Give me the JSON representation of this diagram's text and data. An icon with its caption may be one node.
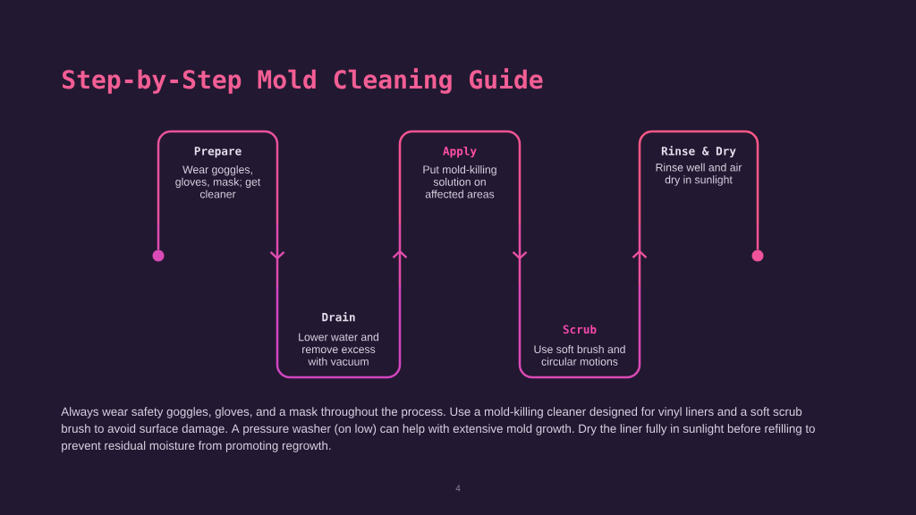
{
  "diagram": {
    "title": "Step-by-Step Mold Cleaning Guide",
    "nodes": [
      {
        "text": [],
        "shape": "circle"
      },
      {
        "text": [
          "Prepare",
          "Wear goggles, gloves, mask; get cleaner"
        ]
      },
      {
        "text": [
          "Drain",
          "Lower water and remove excess with vacuum"
        ]
      },
      {
        "text": [
          "Apply",
          "Put mold-killing solution on affected areas"
        ]
      },
      {
        "text": [
          "Scrub",
          "Use soft brush and circular motions"
        ]
      },
      {
        "text": [
          "Rinse & Dry",
          "Rinse well and air dry in sunlight"
        ]
      },
      {
        "text": [],
        "shape": "circle"
      }
    ],
    "edges": [
      {
        "from": 0,
        "to": 1,
        "arrow": "none"
      },
      {
        "from": 1,
        "to": 2,
        "arrow": "to"
      },
      {
        "from": 2,
        "to": 3,
        "arrow": "to"
      },
      {
        "from": 3,
        "to": 4,
        "arrow": "to"
      },
      {
        "from": 4,
        "to": 5,
        "arrow": "to"
      },
      {
        "from": 5,
        "to": 6,
        "arrow": "none"
      }
    ],
    "labels": [
      "4"
    ],
    "caption": "Always wear safety goggles, gloves, and a mask throughout the process. Use a mold-killing cleaner designed for vinyl liners and a soft scrub brush to avoid surface damage. A pressure washer (on low) can help with extensive mold growth. Dry the liner fully in sunlight before refilling to prevent residual moisture from promoting regrowth."
  }
}
